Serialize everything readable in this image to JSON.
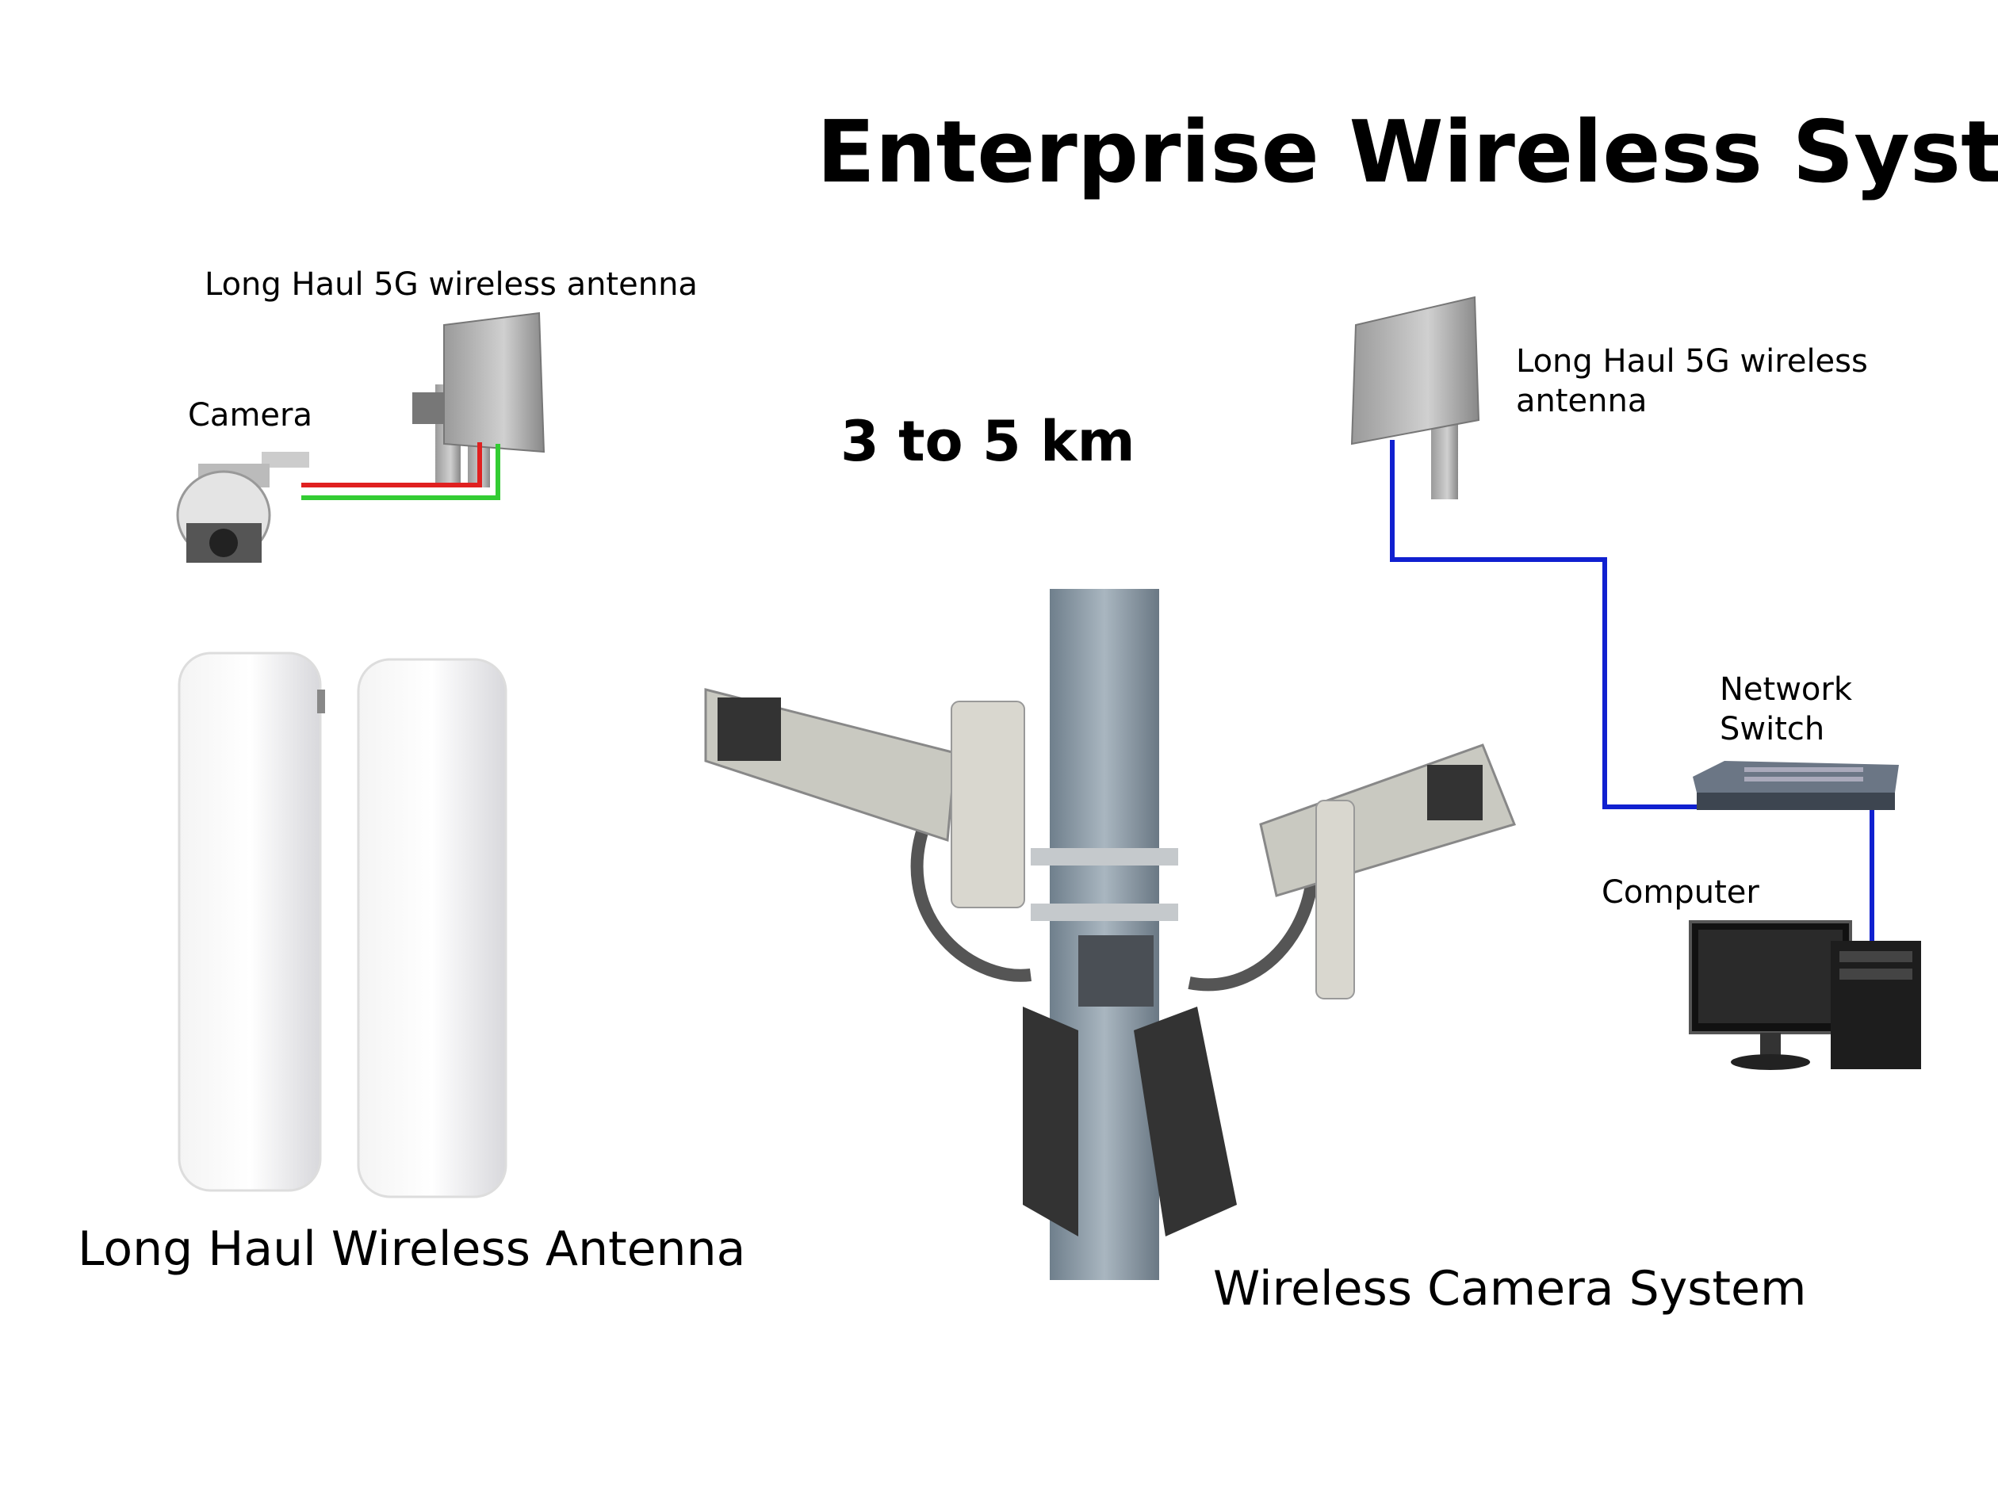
{
  "title": "Enterprise Wireless System",
  "distance": "3 to 5 km",
  "labels": {
    "left_antenna": "Long Haul 5G wireless antenna",
    "camera": "Camera",
    "right_antenna_line1": "Long Haul 5G wireless",
    "right_antenna_line2": "antenna",
    "switch_line1": "Network",
    "switch_line2": "Switch",
    "computer": "Computer",
    "long_haul_caption": "Long Haul Wireless Antenna",
    "camera_system_caption": "Wireless Camera System"
  },
  "colors": {
    "power_cable": "#e02020",
    "data_cable_green": "#33cc33",
    "network_cable": "#1020d0"
  }
}
